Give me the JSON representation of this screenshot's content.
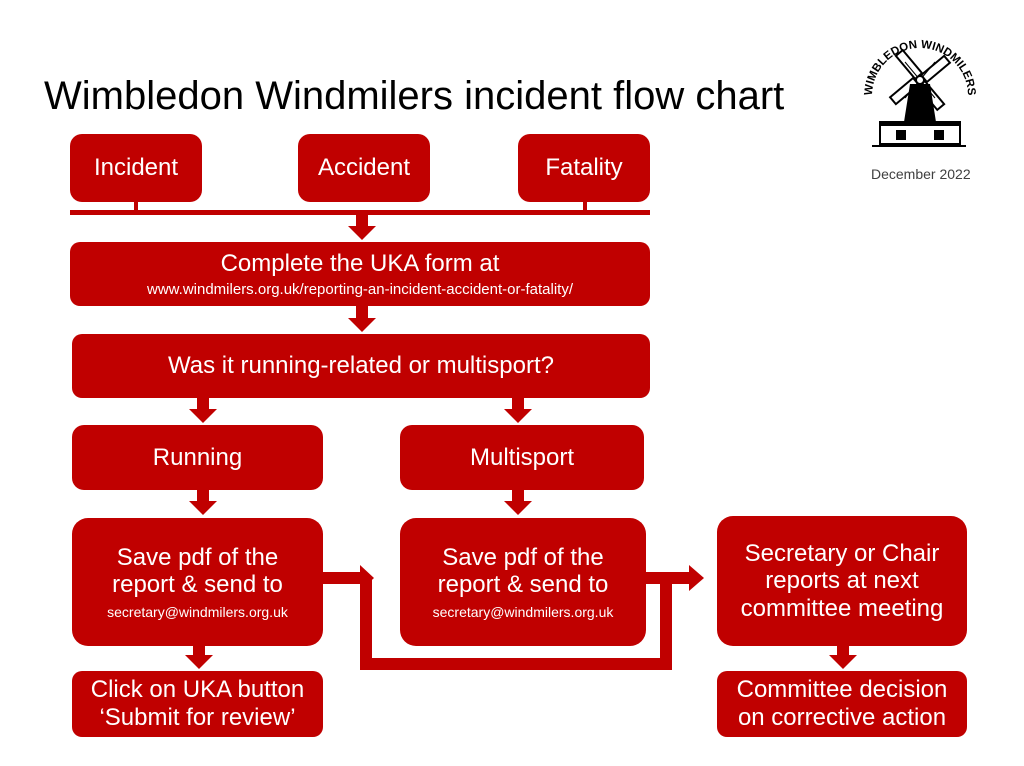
{
  "title": "Wimbledon Windmilers incident flow chart",
  "date": "December 2022",
  "logo": {
    "text": "WIMBLEDON WINDMILERS"
  },
  "colors": {
    "box": "#c00000",
    "text": "#ffffff"
  },
  "triggers": {
    "incident": "Incident",
    "accident": "Accident",
    "fatality": "Fatality"
  },
  "form": {
    "line1": "Complete the UKA form at",
    "url": "www.windmilers.org.uk/reporting-an-incident-accident-or-fatality/"
  },
  "question": "Was it running-related or multisport?",
  "running": "Running",
  "multisport": "Multisport",
  "save_running": {
    "line1": "Save pdf of the",
    "line2": "report & send to",
    "email": "secretary@windmilers.org.uk"
  },
  "save_multisport": {
    "line1": "Save pdf of the",
    "line2": "report & send to",
    "email": "secretary@windmilers.org.uk"
  },
  "click_uka": {
    "line1": "Click on UKA button",
    "line2": "‘Submit for review’"
  },
  "secretary": {
    "line1": "Secretary or Chair",
    "line2": "reports at next",
    "line3": "committee meeting"
  },
  "committee": {
    "line1": "Committee decision",
    "line2": "on corrective action"
  }
}
